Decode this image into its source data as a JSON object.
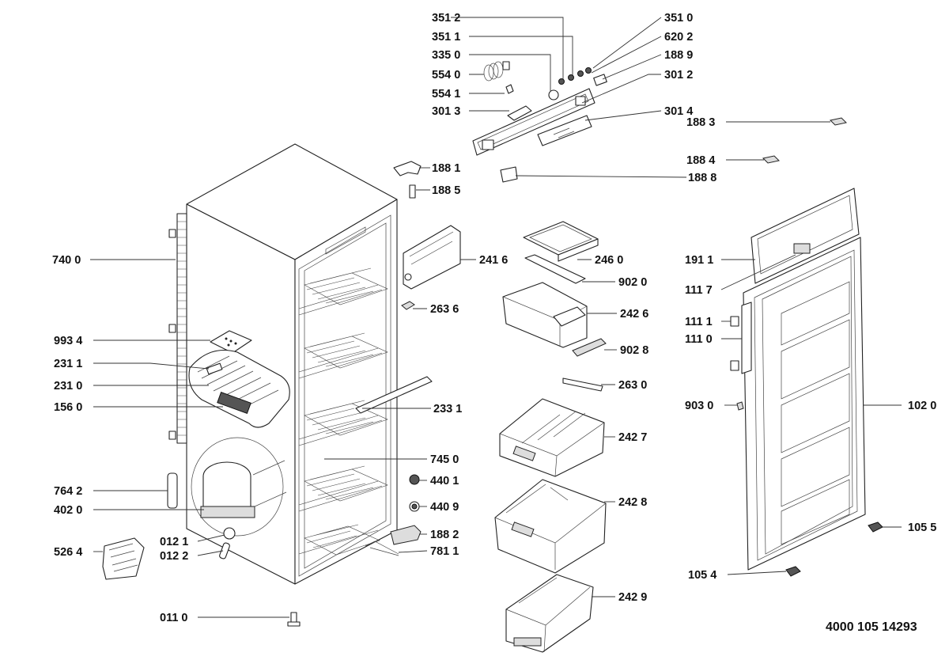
{
  "document_number": "4000 105 14293",
  "labels": {
    "p3512": "351 2",
    "p3511": "351 1",
    "p3350": "335 0",
    "p5540": "554 0",
    "p5541": "554 1",
    "p3013": "301 3",
    "p3510": "351 0",
    "p6202": "620 2",
    "p1889": "188 9",
    "p3012": "301 2",
    "p3014": "301 4",
    "p1883": "188 3",
    "p1884": "188 4",
    "p1888": "188 8",
    "p1881": "188 1",
    "p1885": "188 5",
    "p7400": "740 0",
    "p2416": "241 6",
    "p2460": "246 0",
    "p9020": "902 0",
    "p2636": "263 6",
    "p2426": "242 6",
    "p9028": "902 8",
    "p2630": "263 0",
    "p9934": "993 4",
    "p2311": "231 1",
    "p2310": "231 0",
    "p1560": "156 0",
    "p2331": "233 1",
    "p2427": "242 7",
    "p7450": "745 0",
    "p4401": "440 1",
    "p4409": "440 9",
    "p7642": "764 2",
    "p4020": "402 0",
    "p2428": "242 8",
    "p1882": "188 2",
    "p0121": "012 1",
    "p0122": "012 2",
    "p7811": "781 1",
    "p5264": "526 4",
    "p2429": "242 9",
    "p0110": "011 0",
    "p1911": "191 1",
    "p1117": "111 7",
    "p1111": "111 1",
    "p1110": "111 0",
    "p9030": "903 0",
    "p1020": "102 0",
    "p1055": "105 5",
    "p1054": "105 4"
  }
}
